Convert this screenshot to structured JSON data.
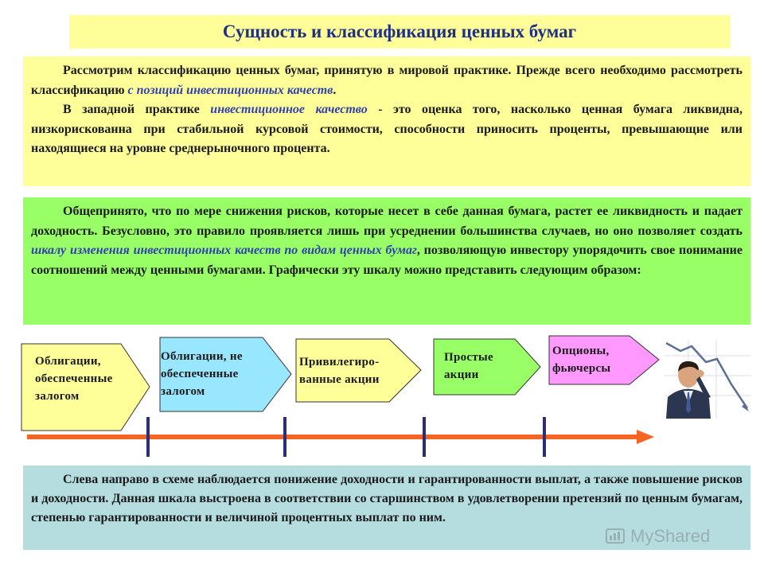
{
  "title": "Сущность и классификация ценных бумаг",
  "panel1": {
    "p1_text": "Рассмотрим классификацию ценных бумаг, принятую в мировой практике. Прежде всего необходимо рассмотреть классификацию ",
    "p1_italic": "с позиций инвестиционных качеств",
    "p1_end": ".",
    "p2_start": "В западной практике ",
    "p2_italic": "инвестиционное качество",
    "p2_text": " - это оценка того, насколько ценная бумага ликвидна, низкорискованна при стабильной курсовой стоимости, способности приносить проценты, превышающие или находящиеся на уровне среднерыночного процента."
  },
  "panel2": {
    "text_start": "Общепринято, что по мере снижения рисков, которые несет в себе данная бумага, растет ее ликвидность и падает доходность. Безусловно, это правило проявляется лишь при усреднении большинства случаев, но оно позволяет создать ",
    "italic": "шкалу изменения инвестиционных качеств по видам ценных бумаг",
    "text_end": ", позволяющую инвестору упорядочить свое понимание соотношений между ценными бумагами. Графически эту шкалу можно представить следующим образом:"
  },
  "scale": {
    "items": [
      {
        "label": "Облигации,\nобеспеченные\nзалогом",
        "color": "#ffff99"
      },
      {
        "label": "Облигации, не\nобеспеченные\nзалогом",
        "color": "#99e6ff"
      },
      {
        "label": "Привилегиро-\nванные акции",
        "color": "#ffff99"
      },
      {
        "label": "Простые\nакции",
        "color": "#99ff66"
      },
      {
        "label": "Опционы,\nфьючерсы",
        "color": "#ff99ff"
      }
    ],
    "arrow_color": "#f26522",
    "tick_color": "#2b2f7a"
  },
  "panel3": {
    "text": "Слева направо в схеме наблюдается понижение доходности и гарантированности выплат, а также повышение рисков и доходности. Данная шкала выстроена в соответствии со старшинством в удовлетворении претензий по ценным бумагам, степенью гарантированности и величиной процентных выплат по ним."
  },
  "watermark": "MyShared",
  "photo_icon": "worried-investor-falling-chart-icon"
}
